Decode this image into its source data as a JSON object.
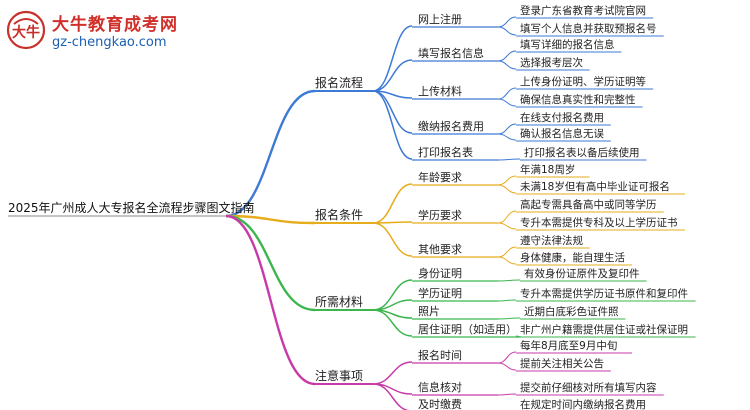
{
  "logo": {
    "title": "大牛教育成考网",
    "url": "gz-chengkao.com",
    "mark_text": "大牛"
  },
  "root": {
    "label": "2025年广州成人大专报名全流程步骤图文指南"
  },
  "branches": [
    {
      "label": "报名流程",
      "color": "#3d7ad6",
      "children": [
        {
          "label": "网上注册",
          "children": [
            "登录广东省教育考试院官网",
            "填写个人信息并获取预报名号"
          ]
        },
        {
          "label": "填写报名信息",
          "children": [
            "填写详细的报名信息",
            "选择报考层次"
          ]
        },
        {
          "label": "上传材料",
          "children": [
            "上传身份证明、学历证明等",
            "确保信息真实性和完整性"
          ]
        },
        {
          "label": "缴纳报名费用",
          "children": [
            "在线支付报名费用",
            "确认报名信息无误"
          ]
        },
        {
          "label": "打印报名表",
          "children": [
            "打印报名表以备后续使用"
          ]
        }
      ]
    },
    {
      "label": "报名条件",
      "color": "#e7ac1c",
      "children": [
        {
          "label": "年龄要求",
          "children": [
            "年满18周岁",
            "未满18岁但有高中毕业证可报名"
          ]
        },
        {
          "label": "学历要求",
          "children": [
            "高起专需具备高中或同等学历",
            "专升本需提供专科及以上学历证书"
          ]
        },
        {
          "label": "其他要求",
          "children": [
            "遵守法律法规",
            "身体健康，能自理生活"
          ]
        }
      ]
    },
    {
      "label": "所需材料",
      "color": "#3bb64d",
      "children": [
        {
          "label": "身份证明",
          "children": [
            "有效身份证原件及复印件"
          ]
        },
        {
          "label": "学历证明",
          "children": [
            "专升本需提供学历证书原件和复印件"
          ]
        },
        {
          "label": "照片",
          "children": [
            "近期白底彩色证件照"
          ]
        },
        {
          "label": "居住证明（如适用）",
          "children": [
            "非广州户籍需提供居住证或社保证明"
          ]
        }
      ]
    },
    {
      "label": "注意事项",
      "color": "#c83aa8",
      "children": [
        {
          "label": "报名时间",
          "children": [
            "每年8月底至9月中旬",
            "提前关注相关公告"
          ]
        },
        {
          "label": "信息核对",
          "children": [
            "提交前仔细核对所有填写内容"
          ]
        },
        {
          "label": "及时缴费",
          "children": [
            "在规定时间内缴纳报名费用"
          ]
        }
      ]
    }
  ]
}
